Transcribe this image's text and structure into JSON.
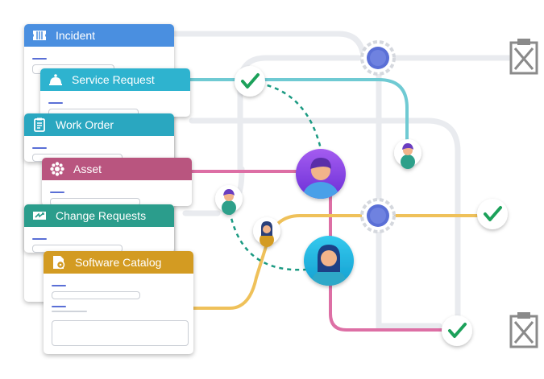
{
  "cards": [
    {
      "label": "Incident",
      "color": "#4a8fe0",
      "icon": "ticket-icon"
    },
    {
      "label": "Service Request",
      "color": "#2eb3cf",
      "icon": "bell-service-icon"
    },
    {
      "label": "Work Order",
      "color": "#2aa7c0",
      "icon": "clipboard-list-icon"
    },
    {
      "label": "Asset",
      "color": "#b9557f",
      "icon": "gear-cluster-icon"
    },
    {
      "label": "Change Requests",
      "color": "#2b9d8c",
      "icon": "exchange-arrows-icon"
    },
    {
      "label": "Software Catalog",
      "color": "#d39b22",
      "icon": "software-disc-icon"
    }
  ],
  "colors": {
    "track": "#e9ebef",
    "teal_route": "#6fcad3",
    "pink_route": "#dd6fa5",
    "yellow_route": "#efc15a",
    "dashed_route": "#1b9a82",
    "check_green": "#1aa15a",
    "gear": "#5a6fd6",
    "endpoint": "#8a8a8a"
  }
}
